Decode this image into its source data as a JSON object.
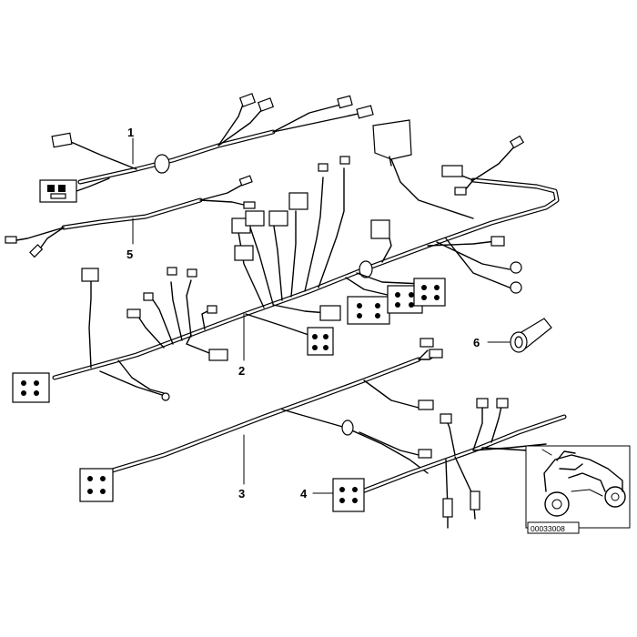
{
  "callouts": {
    "c1": "1",
    "c2": "2",
    "c3": "3",
    "c4": "4",
    "c5": "5",
    "c6": "6"
  },
  "inset": {
    "reference_code": "00033008",
    "icon": "motorcycle-icon"
  },
  "colors": {
    "line": "#000000",
    "background": "#ffffff"
  }
}
